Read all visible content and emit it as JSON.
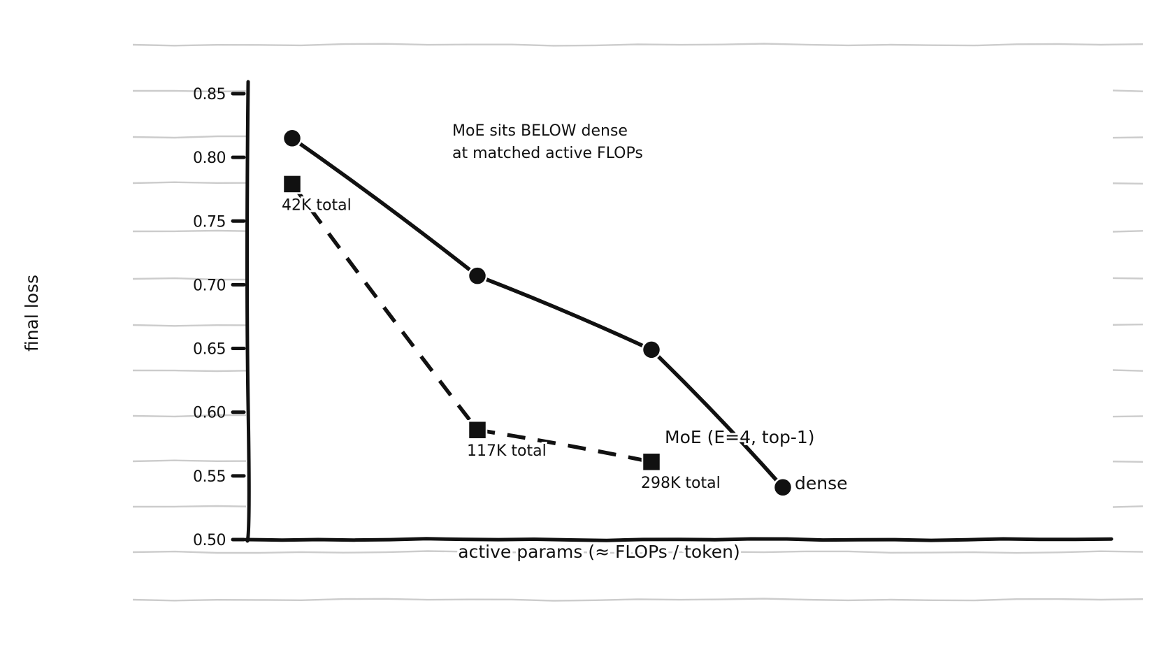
{
  "chart_data": {
    "type": "line",
    "xlabel": "active params  (≈ FLOPs / token)",
    "ylabel": "final loss",
    "ylim": [
      0.5,
      0.86
    ],
    "yticks": [
      "0.50",
      "0.55",
      "0.60",
      "0.65",
      "0.70",
      "0.75",
      "0.80",
      "0.85"
    ],
    "grid": true,
    "series": [
      {
        "name": "dense",
        "style": "solid",
        "marker": "circle",
        "x": [
          1,
          2,
          3,
          4
        ],
        "values": [
          0.815,
          0.707,
          0.649,
          0.541
        ]
      },
      {
        "name": "MoE (E=4, top-1)",
        "style": "dashed",
        "marker": "square",
        "x": [
          1,
          2,
          3
        ],
        "values": [
          0.779,
          0.586,
          0.561
        ],
        "point_labels": [
          "42K total",
          "117K total",
          "298K total"
        ]
      }
    ],
    "annotations": [
      {
        "lines": [
          "MoE sits BELOW dense",
          "at matched active FLOPs"
        ]
      }
    ],
    "colors": {
      "ink": "#111111",
      "grid": "#cccccc",
      "marker_edge": "#ffffff"
    }
  }
}
